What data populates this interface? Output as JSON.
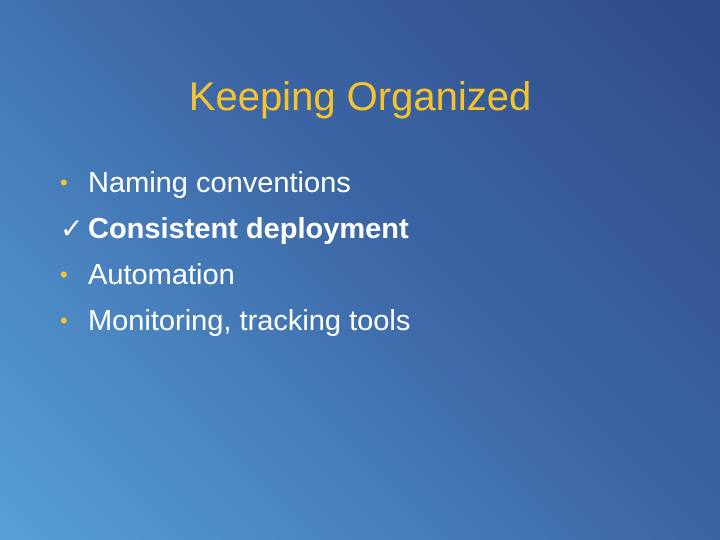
{
  "slide": {
    "title": "Keeping Organized",
    "bullets": [
      {
        "marker": "•",
        "text": "Naming conventions",
        "checked": false
      },
      {
        "marker": "✓",
        "text": "Consistent deployment",
        "checked": true
      },
      {
        "marker": "•",
        "text": "Automation",
        "checked": false
      },
      {
        "marker": "•",
        "text": "Monitoring, tracking tools",
        "checked": false
      }
    ],
    "colors": {
      "title": "#f5c32c",
      "text": "#ffffff",
      "bullet_marker": "#f5c32c",
      "background_dark": "#2f4a86",
      "background_light": "#56a0d8"
    }
  }
}
